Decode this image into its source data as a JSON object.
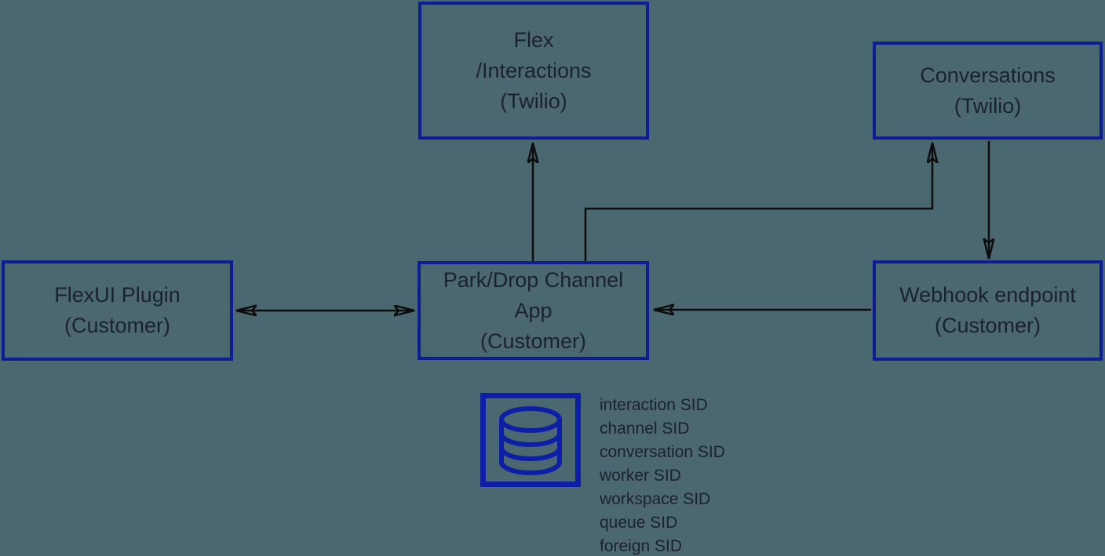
{
  "theme": {
    "bg": "#4B6770",
    "box-border": "#0E1C96",
    "text": "#1B222D",
    "arrow": "#0D0D0D",
    "icon-blue": "#0D1FA6"
  },
  "nodes": {
    "flex_interactions": {
      "lines": [
        "Flex",
        "/Interactions",
        "(Twilio)"
      ]
    },
    "conversations": {
      "lines": [
        "Conversations",
        "(Twilio)"
      ]
    },
    "flexui_plugin": {
      "lines": [
        "FlexUI Plugin",
        "(Customer)"
      ]
    },
    "park_drop_app": {
      "lines": [
        "Park/Drop Channel",
        "App",
        "(Customer)"
      ]
    },
    "webhook_endpoint": {
      "lines": [
        "Webhook endpoint",
        "(Customer)"
      ]
    }
  },
  "connections": [
    {
      "from": "park_drop_app",
      "to": "flex_interactions",
      "type": "arrow"
    },
    {
      "from": "park_drop_app",
      "to": "conversations",
      "type": "arrow"
    },
    {
      "from": "conversations",
      "to": "webhook_endpoint",
      "type": "arrow"
    },
    {
      "from": "flexui_plugin",
      "to": "park_drop_app",
      "type": "bidirectional-arrow"
    },
    {
      "from": "webhook_endpoint",
      "to": "park_drop_app",
      "type": "arrow"
    }
  ],
  "database": {
    "icon": "database-icon",
    "items": [
      "interaction SID",
      "channel SID",
      "conversation SID",
      "worker SID",
      "workspace SID",
      "queue SID",
      "foreign SID"
    ]
  }
}
